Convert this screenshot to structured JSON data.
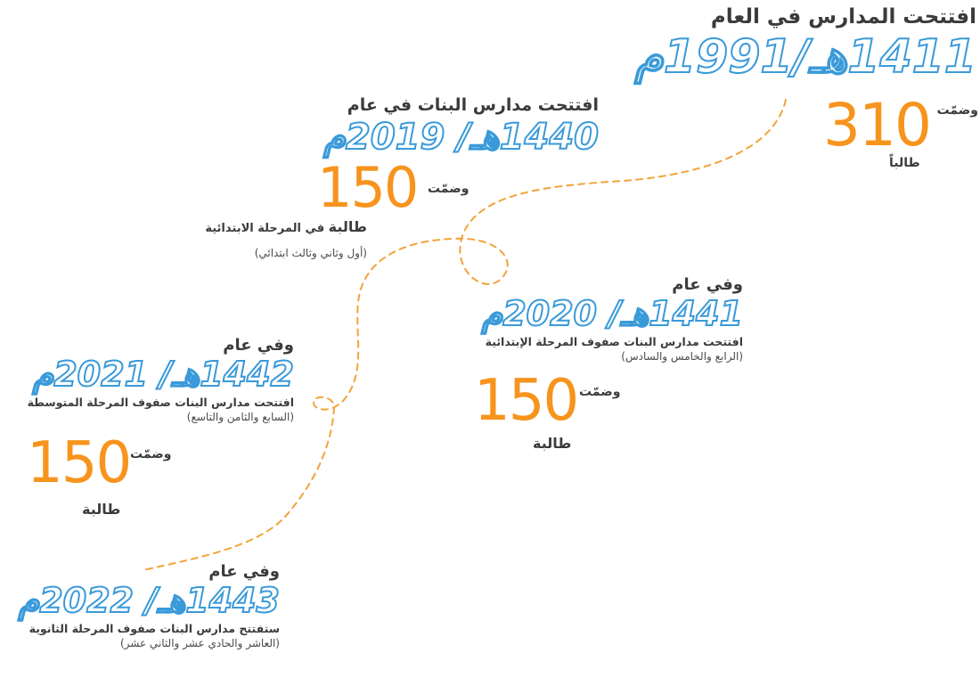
{
  "milestones": [
    {
      "heading": "افتتحت المدارس في العام",
      "year": "1411هـ/1991م",
      "included_label": "وضمّت",
      "count": "310",
      "unit_label": "طالباً"
    },
    {
      "heading": "افتتحت مدارس البنات في عام",
      "year": "1440هـ/ 2019م",
      "included_label": "وضمّت",
      "count": "150",
      "unit_label": "طالبة",
      "desc": "في المرحلة الابتدائية",
      "grades": "(أول وثاني وثالث ابتدائي)"
    },
    {
      "heading": "وفي عام",
      "year": "1441هـ/ 2020م",
      "desc": "افتتحت مدارس البنات صفوف المرحلة الإبتدائية",
      "grades": "(الرابع والخامس والسادس)",
      "included_label": "وضمّت",
      "count": "150",
      "unit_label": "طالبة"
    },
    {
      "heading": "وفي عام",
      "year": "1442هـ/ 2021م",
      "desc": "افتتحت مدارس البنات صفوف المرحلة المتوسطة",
      "grades": "(السابع والثامن والتاسع)",
      "included_label": "وضمّت",
      "count": "150",
      "unit_label": "طالبة"
    },
    {
      "heading": "وفي عام",
      "year": "1443هـ/ 2022م",
      "desc": "ستفتتح مدارس البنات صفوف المرحلة الثانوية",
      "grades": "(العاشر والحادي عشر والثاني عشر)"
    }
  ],
  "colors": {
    "year_outline": "#3a9ad9",
    "count": "#f7941d",
    "path": "#f2a33a",
    "text": "#3b3b3b"
  }
}
